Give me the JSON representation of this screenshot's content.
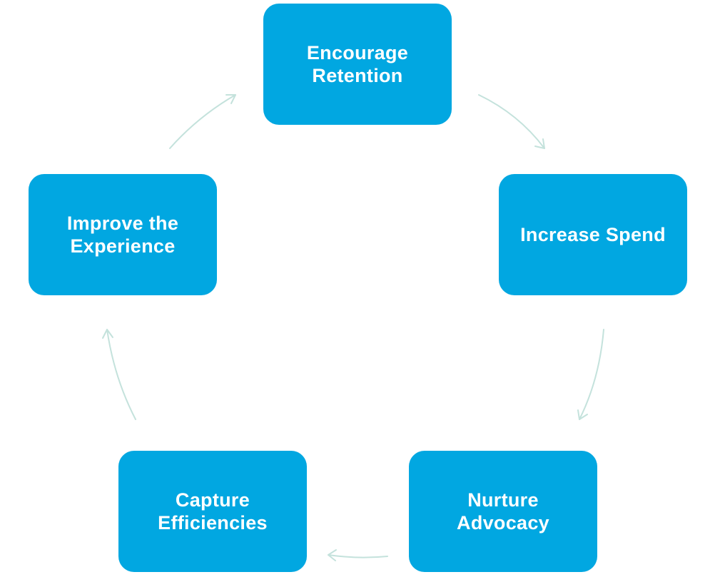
{
  "diagram": {
    "type": "cycle",
    "colors": {
      "node_fill": "#01a7e1",
      "node_text": "#ffffff",
      "arrow": "#c4e2dc"
    },
    "nodes": [
      {
        "id": "encourage-retention",
        "label": "Encourage\nRetention"
      },
      {
        "id": "increase-spend",
        "label": "Increase Spend"
      },
      {
        "id": "nurture-advocacy",
        "label": "Nurture\nAdvocacy"
      },
      {
        "id": "capture-efficiencies",
        "label": "Capture\nEfficiencies"
      },
      {
        "id": "improve-experience",
        "label": "Improve  the\nExperience"
      }
    ],
    "edges": [
      {
        "from": "encourage-retention",
        "to": "increase-spend"
      },
      {
        "from": "increase-spend",
        "to": "nurture-advocacy"
      },
      {
        "from": "nurture-advocacy",
        "to": "capture-efficiencies"
      },
      {
        "from": "capture-efficiencies",
        "to": "improve-experience"
      },
      {
        "from": "improve-experience",
        "to": "encourage-retention"
      }
    ]
  }
}
